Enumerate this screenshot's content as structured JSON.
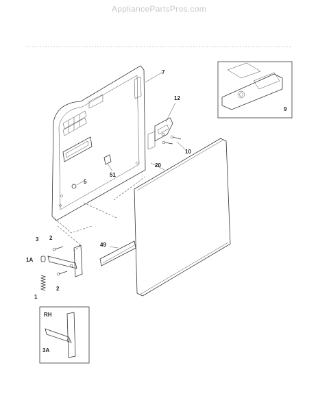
{
  "header": {
    "watermark": "AppliancePartsPros.com"
  },
  "labels": {
    "p7": "7",
    "p12": "12",
    "p9": "9",
    "p10": "10",
    "p20": "20",
    "p5": "5",
    "p51": "51",
    "p49": "49",
    "p2a": "2",
    "p3": "3",
    "p1a": "1A",
    "p2b": "2",
    "p1": "1",
    "rh": "RH",
    "p3a": "3A"
  }
}
